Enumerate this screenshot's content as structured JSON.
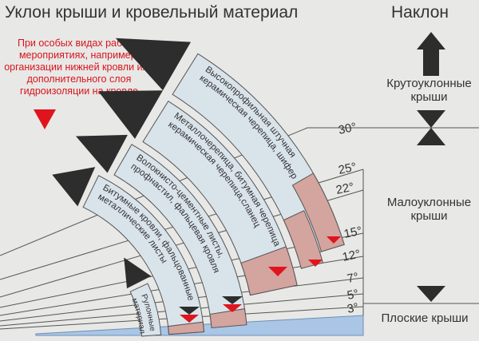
{
  "header": {
    "title": "Уклон крыши и кровельный материал",
    "right_title": "Наклон"
  },
  "note": "При особых видах работ и мероприятиях, например, организации нижней кровли или дополнительного слоя гидроизоляции на кровле",
  "categories": {
    "steep": "Крутоуклонные крыши",
    "low": "Малоуклонные крыши",
    "flat": "Плоские крыши"
  },
  "materials": [
    {
      "line1": "Рулонные",
      "line2": "материалы"
    },
    {
      "line1": "Битумные кровли, фальцованные",
      "line2": "металлические листы"
    },
    {
      "line1": "Волокнисто-цементные листы,",
      "line2": "профнастил, фальцевая кровля"
    },
    {
      "line1": "Металлочерепица, битумная черепица",
      "line2": "керамическая черепица,сланец"
    },
    {
      "line1": "Высокопрофильная штучная",
      "line2": "керамическая черепица, шифер"
    }
  ],
  "angles": [
    "30°",
    "25°",
    "22°",
    "15°",
    "12°",
    "7°",
    "5°",
    "3°"
  ],
  "colors": {
    "band": "#d9e3ea",
    "pink": "#d4a49e",
    "blue": "#a9c6e6",
    "red": "#e0141c",
    "dark": "#2d2d2d"
  }
}
